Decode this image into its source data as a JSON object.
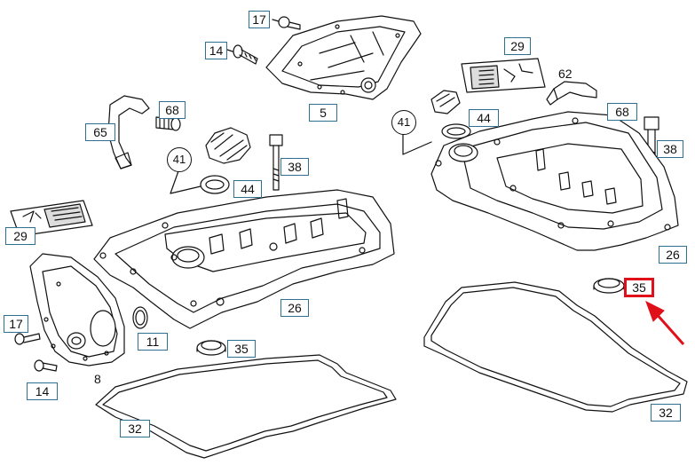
{
  "callouts": {
    "c17_top": "17",
    "c14_top": "14",
    "c29_right": "29",
    "c62": "62",
    "c5": "5",
    "c44_right": "44",
    "c68_right": "68",
    "c65": "65",
    "c68_left": "68",
    "c38_right": "38",
    "c38_mid": "38",
    "c44_left": "44",
    "c29_left": "29",
    "c26_right": "26",
    "c26_left": "26",
    "c35_right": "35",
    "c17_left": "17",
    "c11": "11",
    "c35_left": "35",
    "c14_left": "14",
    "c8": "8",
    "c32_right": "32",
    "c32_left": "32",
    "c41_right": "41",
    "c41_left": "41"
  },
  "highlight": {
    "color": "#e0101a",
    "target": "35"
  },
  "colors": {
    "line": "#111111",
    "callout_border": "#2f6f8f",
    "highlight": "#e0101a"
  }
}
